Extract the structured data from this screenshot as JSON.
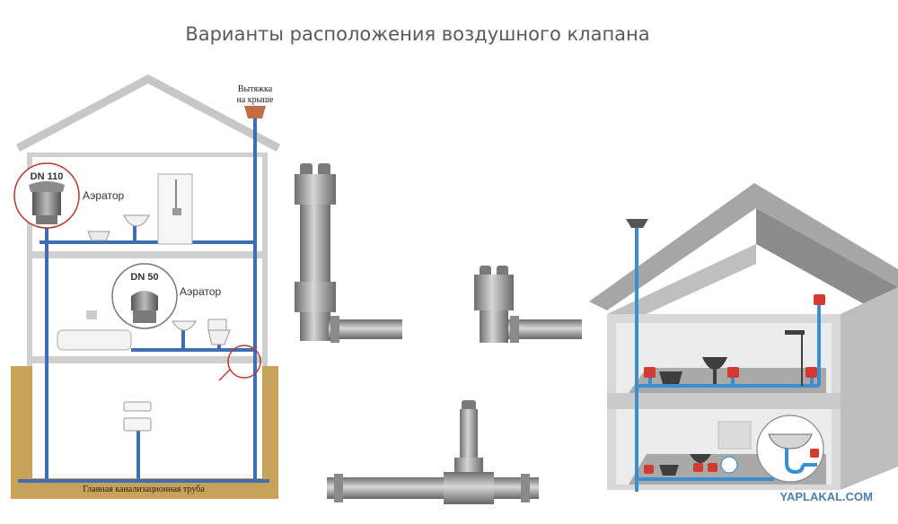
{
  "title": "Варианты расположения воздушного клапана",
  "house1": {
    "roof_vent_label_line1": "Вытяжка",
    "roof_vent_label_line2": "на крыше",
    "aerator_top": {
      "size": "DN 110",
      "label": "Аэратор"
    },
    "aerator_mid": {
      "size": "DN 50",
      "label": "Аэратор"
    },
    "main_pipe_label": "Главная канализационная труба"
  },
  "watermark": "YAPLAKAL.COM",
  "colors": {
    "pipe_blue": "#3d6fb2",
    "ground": "#c9a25a",
    "valve_red": "#d43a32",
    "pipe_grey": "#9a9a9a",
    "house3_wall": "#d8d8d8"
  }
}
